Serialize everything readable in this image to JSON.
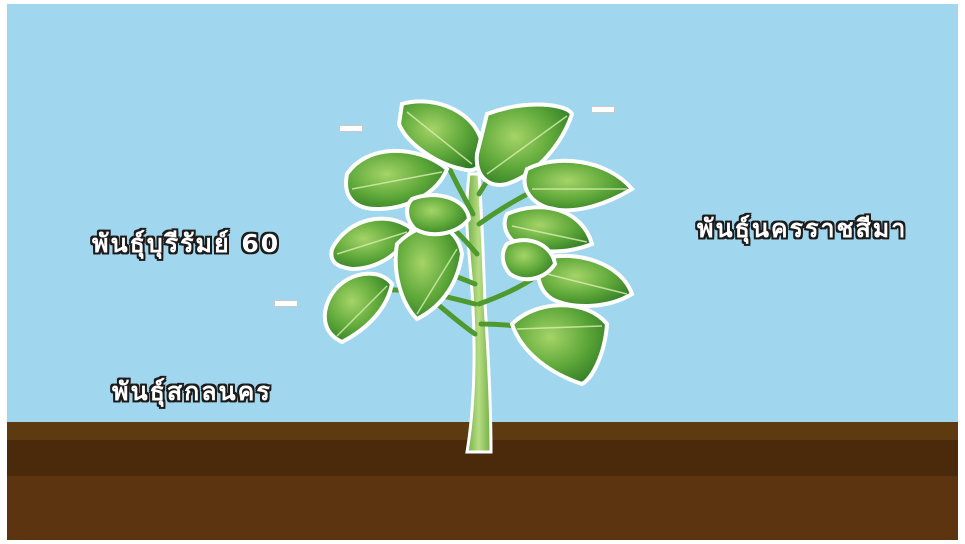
{
  "labels": {
    "left_upper": "พันธุ์บุรีรัมย์ 60",
    "right": "พันธุ์นครราชสีมา",
    "left_lower": "พันธุ์สกลนคร"
  },
  "colors": {
    "sky": "#a1d7ee",
    "soil": "#5e3a10",
    "soil_dark": "#4a2a0b",
    "leaf": "#5fa83a",
    "leaf_dark": "#2f7a25",
    "stem": "#8cc25a"
  }
}
